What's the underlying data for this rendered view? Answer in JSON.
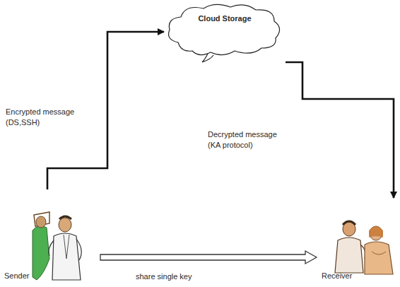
{
  "diagram": {
    "nodes": [
      {
        "text": [
          "Cloud Storage"
        ]
      },
      {
        "text": [
          "Sender"
        ]
      },
      {
        "text": [
          "Receiver"
        ]
      }
    ],
    "edges": [
      {
        "from": 1,
        "to": 0,
        "label": "Encrypted message (DS,SSH)",
        "arrow": "to"
      },
      {
        "from": 0,
        "to": 2,
        "label": "Decrypted message (KA protocol)",
        "arrow": "to"
      },
      {
        "from": 1,
        "to": 2,
        "label": "share single key",
        "arrow": "to"
      }
    ]
  }
}
